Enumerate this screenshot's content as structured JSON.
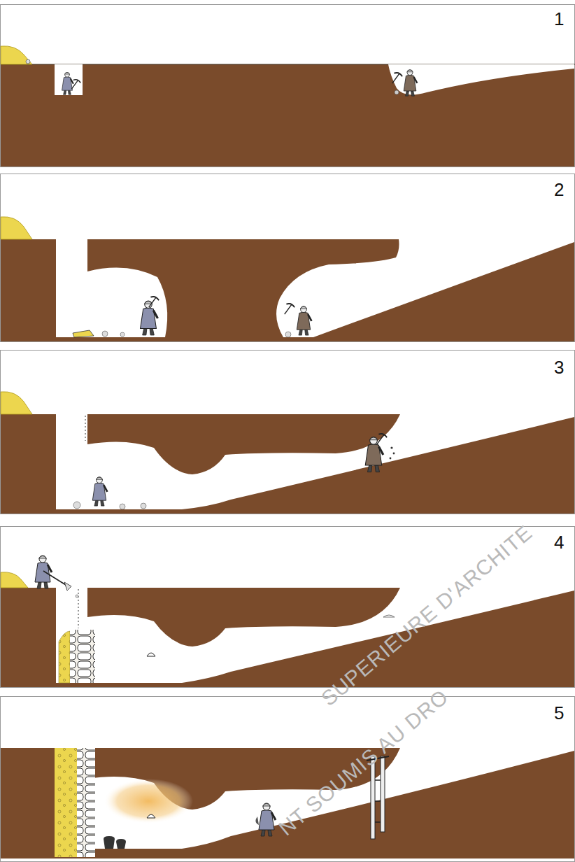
{
  "diagram": {
    "labels": [
      "1",
      "2",
      "3",
      "4",
      "5",
      "SUPERIEURE D'ARCHITE",
      "NT SOUMIS AU DRO"
    ]
  }
}
